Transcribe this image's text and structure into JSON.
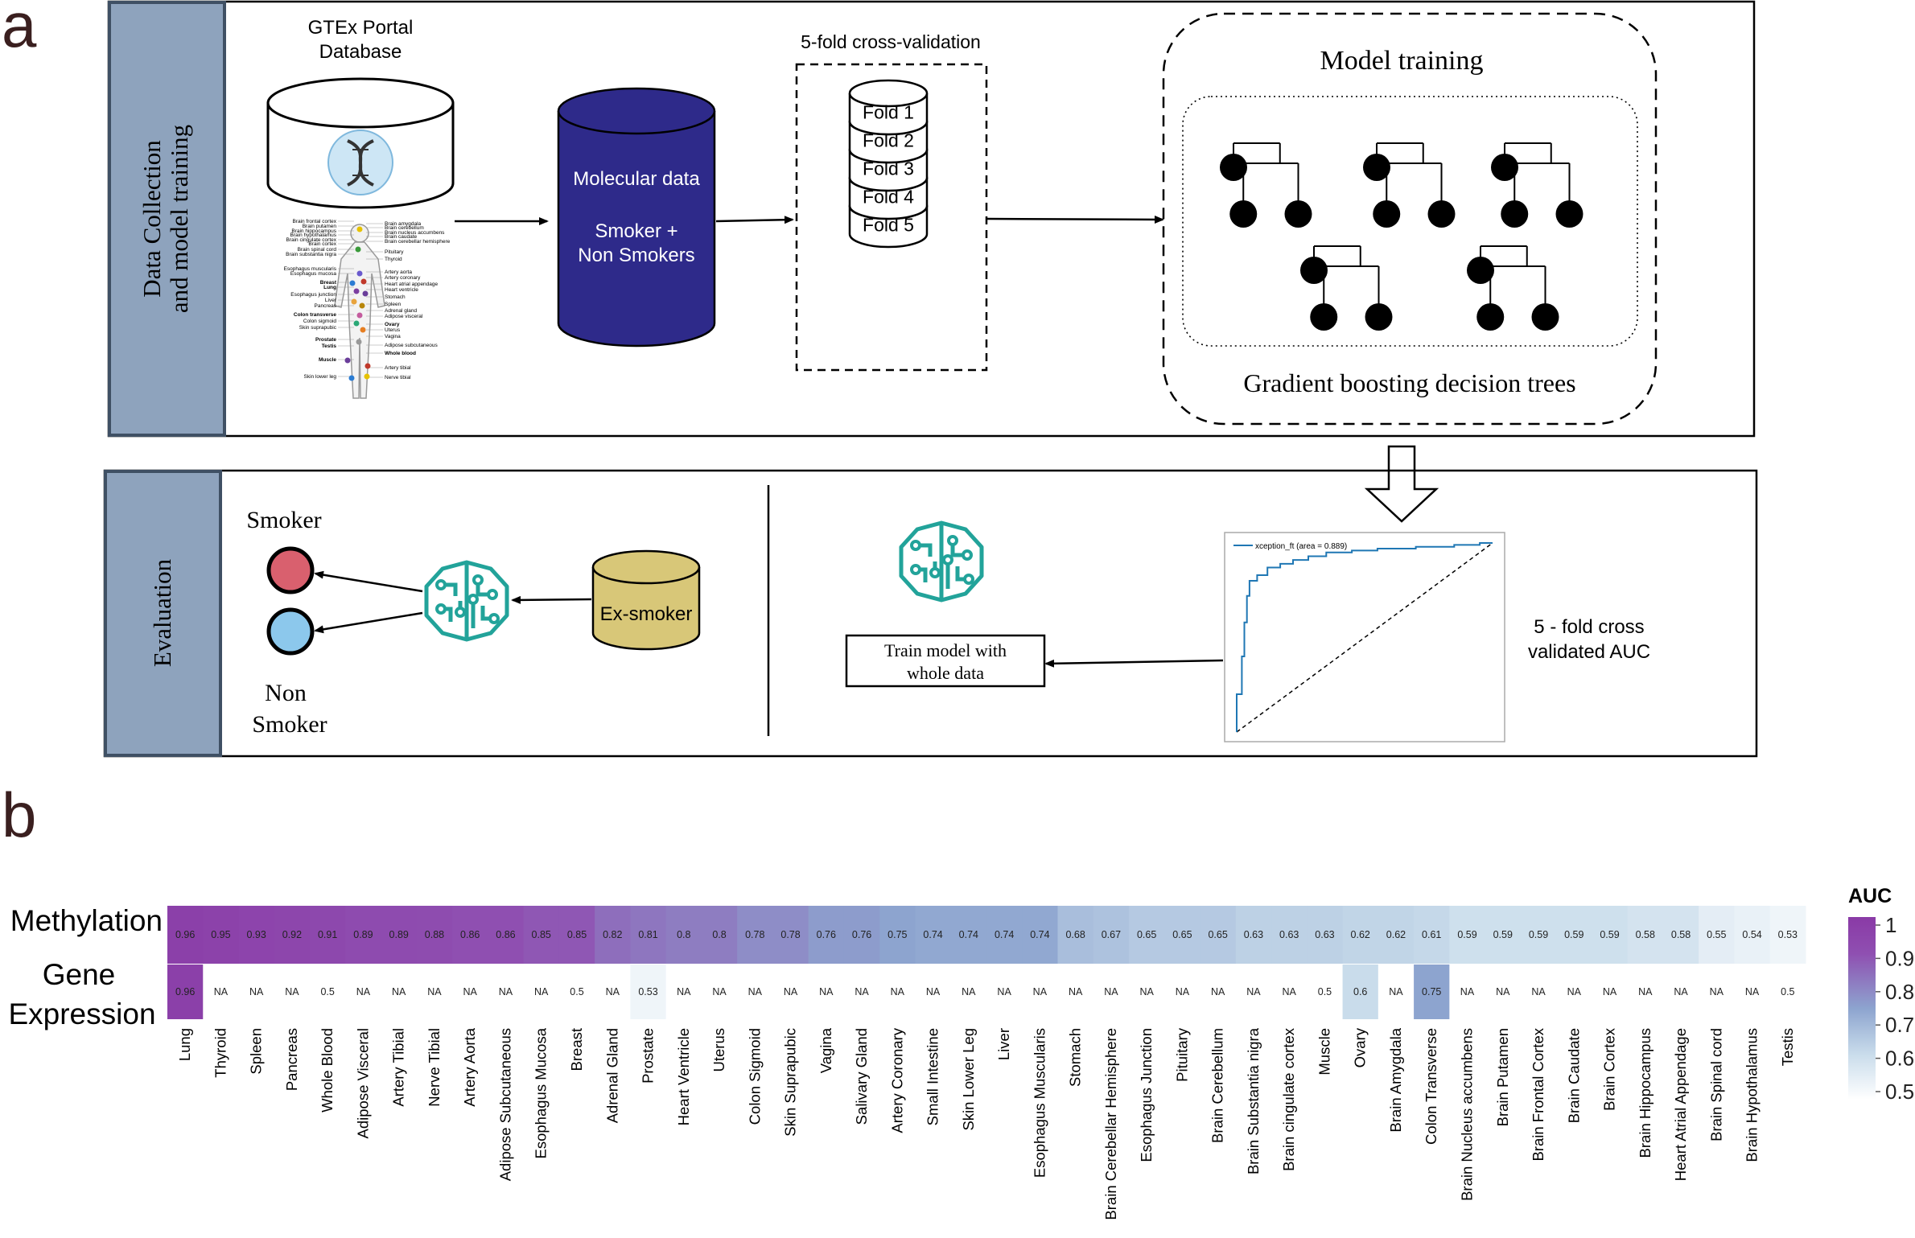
{
  "panel_a": {
    "letter": "a",
    "section1_label_line1": "Data Collection",
    "section1_label_line2": "and model training",
    "gtex_title_line1": "GTEx Portal",
    "gtex_title_line2": "Database",
    "molecular_line1": "Molecular data",
    "molecular_line2": "Smoker +",
    "molecular_line3": "Non Smokers",
    "cv_title": "5-fold cross-validation",
    "folds": [
      "Fold 1",
      "Fold 2",
      "Fold 3",
      "Fold 4",
      "Fold 5"
    ],
    "model_training_title": "Model training",
    "gbdt_label": "Gradient boosting decision trees",
    "section2_label": "Evaluation",
    "smoker_label": "Smoker",
    "non_smoker_line1": "Non",
    "non_smoker_line2": "Smoker",
    "ex_smoker_label": "Ex-smoker",
    "train_line1": "Train model with",
    "train_line2": "whole data",
    "roc_legend": "xception_ft (area = 0.889)",
    "auc_line1": "5 - fold cross",
    "auc_line2": "validated AUC",
    "colors": {
      "label_panel": "#8ea3bd",
      "molecular_cylinder": "#2e2a8a",
      "smoker_dot": "#d9606e",
      "non_smoker_dot": "#8cc8ec",
      "ex_smoker": "#d8c778",
      "brain_icon": "#22a39a",
      "dna_circle": "#cde6f5",
      "roc_line": "#1f77b4"
    },
    "body_map_labels_left": [
      "Brain frontal cortex",
      "Brain putamen",
      "Brain hippocampus",
      "Brain hypothalamus",
      "Brain cingulate cortex",
      "Brain cortex",
      "Brain spinal cord",
      "Brain substantia nigra",
      "Esophagus muscularis",
      "Esophagus mucosa",
      "Breast",
      "Lung",
      "Esophagus junction",
      "Liver",
      "Pancreas",
      "Colon transverse",
      "Colon sigmoid",
      "Skin suprapubic",
      "Prostate",
      "Testis",
      "Muscle",
      "Skin lower leg"
    ],
    "body_map_labels_right": [
      "Brain amygdala",
      "Brain cerebellum",
      "Brain nucleus accumbens",
      "Brain caudate",
      "Brain cerebellar hemisphere",
      "Pituitary",
      "Thyroid",
      "Artery aorta",
      "Artery coronary",
      "Heart atrial appendage",
      "Heart ventricle",
      "Stomach",
      "Spleen",
      "Adrenal gland",
      "Adipose visceral",
      "Ovary",
      "Uterus",
      "Vagina",
      "Adipose subcutaneous",
      "Whole blood",
      "Artery tibial",
      "Nerve tibial"
    ]
  },
  "panel_b": {
    "letter": "b",
    "row_labels": {
      "methylation": "Methylation",
      "gene_expression_line1": "Gene",
      "gene_expression_line2": "Expression"
    },
    "colorbar_title": "AUC",
    "colorbar_ticks": [
      "1",
      "0.9",
      "0.8",
      "0.7",
      "0.6",
      "0.5"
    ],
    "colorscale": [
      "#ffffff",
      "#c9dceb",
      "#8da4cf",
      "#8f4fb1",
      "#8a3aa6"
    ]
  },
  "chart_data": {
    "type": "heatmap",
    "categories": [
      "Lung",
      "Thyroid",
      "Spleen",
      "Pancreas",
      "Whole Blood",
      "Adipose Visceral",
      "Artery Tibial",
      "Nerve Tibial",
      "Artery Aorta",
      "Adipose Subcutaneous",
      "Esophagus Mucosa",
      "Breast",
      "Adrenal Gland",
      "Prostate",
      "Heart Ventricle",
      "Uterus",
      "Colon Sigmoid",
      "Skin Suprapubic",
      "Vagina",
      "Salivary Gland",
      "Artery Coronary",
      "Small Intestine",
      "Skin Lower Leg",
      "Liver",
      "Esophagus Muscularis",
      "Stomach",
      "Brain Cerebellar Hemisphere",
      "Esophagus Junction",
      "Pituitary",
      "Brain Cerebellum",
      "Brain Substantia nigra",
      "Brain cingulate cortex",
      "Muscle",
      "Ovary",
      "Brain Amygdala",
      "Colon Transverse",
      "Brain Nucleus accumbens",
      "Brain Putamen",
      "Brain Frontal Cortex",
      "Brain Caudate",
      "Brain Cortex",
      "Brain Hippocampus",
      "Heart Atrial Appendage",
      "Brain Spinal cord",
      "Brain Hypothalamus",
      "Testis"
    ],
    "series": [
      {
        "name": "Methylation",
        "values": [
          "0.96",
          "0.95",
          "0.93",
          "0.92",
          "0.91",
          "0.89",
          "0.89",
          "0.88",
          "0.86",
          "0.86",
          "0.85",
          "0.85",
          "0.82",
          "0.81",
          "0.8",
          "0.8",
          "0.78",
          "0.78",
          "0.76",
          "0.76",
          "0.75",
          "0.74",
          "0.74",
          "0.74",
          "0.74",
          "0.68",
          "0.67",
          "0.65",
          "0.65",
          "0.65",
          "0.63",
          "0.63",
          "0.63",
          "0.62",
          "0.62",
          "0.61",
          "0.59",
          "0.59",
          "0.59",
          "0.59",
          "0.59",
          "0.58",
          "0.58",
          "0.55",
          "0.54",
          "0.53"
        ]
      },
      {
        "name": "Gene Expression",
        "values": [
          "0.96",
          "NA",
          "NA",
          "NA",
          "0.5",
          "NA",
          "NA",
          "NA",
          "NA",
          "NA",
          "NA",
          "0.5",
          "NA",
          "0.53",
          "NA",
          "NA",
          "NA",
          "NA",
          "NA",
          "NA",
          "NA",
          "NA",
          "NA",
          "NA",
          "NA",
          "NA",
          "NA",
          "NA",
          "NA",
          "NA",
          "NA",
          "NA",
          "0.5",
          "0.6",
          "NA",
          "0.75",
          "NA",
          "NA",
          "NA",
          "NA",
          "NA",
          "NA",
          "NA",
          "NA",
          "NA",
          "0.5"
        ]
      }
    ],
    "zlim": [
      0.5,
      1
    ],
    "roc_curve": {
      "label": "xception_ft (area = 0.889)",
      "x": [
        0,
        0,
        0.02,
        0.02,
        0.03,
        0.03,
        0.04,
        0.04,
        0.05,
        0.05,
        0.08,
        0.08,
        0.12,
        0.12,
        0.17,
        0.17,
        0.22,
        0.22,
        0.28,
        0.28,
        0.35,
        0.35,
        0.45,
        0.45,
        0.55,
        0.55,
        0.7,
        0.7,
        0.85,
        0.85,
        0.95,
        0.95,
        1.0
      ],
      "y": [
        0,
        0.2,
        0.2,
        0.4,
        0.4,
        0.58,
        0.58,
        0.72,
        0.72,
        0.8,
        0.8,
        0.83,
        0.83,
        0.87,
        0.87,
        0.89,
        0.89,
        0.91,
        0.91,
        0.93,
        0.93,
        0.95,
        0.95,
        0.96,
        0.96,
        0.97,
        0.97,
        0.98,
        0.98,
        0.99,
        0.99,
        1.0,
        1.0
      ]
    }
  }
}
